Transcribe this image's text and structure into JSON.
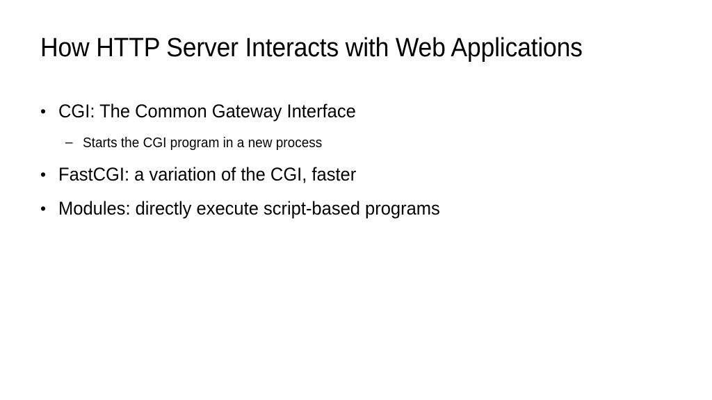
{
  "slide": {
    "title": "How HTTP Server Interacts with Web Applications",
    "background_color": "#ffffff",
    "text_color": "#000000",
    "bullets": [
      {
        "level": 1,
        "marker": "•",
        "text": "CGI: The Common Gateway Interface"
      },
      {
        "level": 2,
        "marker": "–",
        "text": "Starts the CGI program in a new process"
      },
      {
        "level": 1,
        "marker": "•",
        "text": "FastCGI: a variation of the CGI, faster"
      },
      {
        "level": 1,
        "marker": "•",
        "text": "Modules: directly execute script-based programs"
      }
    ]
  }
}
